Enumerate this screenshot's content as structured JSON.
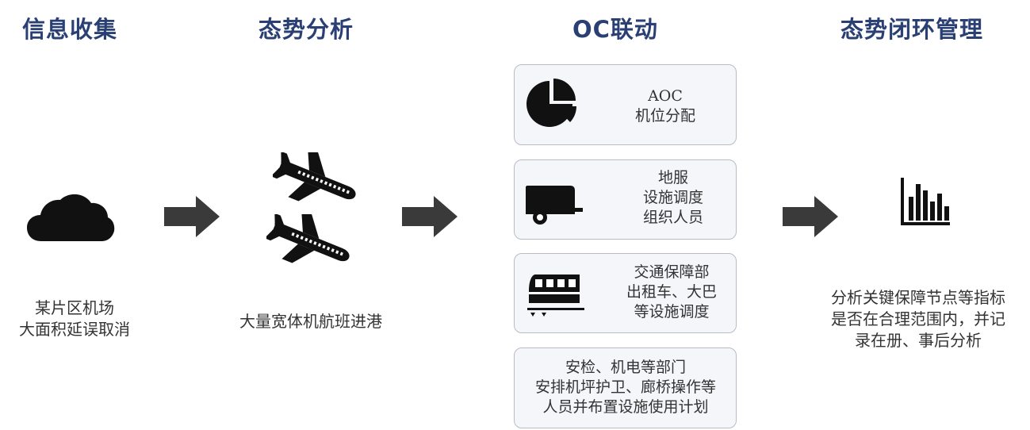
{
  "columns": {
    "collect": {
      "title": "信息收集",
      "caption_lines": [
        "某片区机场",
        "大面积延误取消"
      ]
    },
    "analysis": {
      "title": "态势分析",
      "caption": "大量宽体机航班进港"
    },
    "oc": {
      "title": "OC联动"
    },
    "closure": {
      "title": "态势闭环管理",
      "caption_lines": [
        "分析关键保障节点等指标",
        "是否在合理范围内，并记",
        "录在册、事后分析"
      ]
    }
  },
  "oc_boxes": [
    {
      "lines": [
        "AOC",
        "机位分配"
      ],
      "icon": "pie-chart-icon"
    },
    {
      "lines": [
        "地服",
        "设施调度",
        "组织人员"
      ],
      "icon": "trailer-icon"
    },
    {
      "lines": [
        "交通保障部",
        "出租车、大巴",
        "等设施调度"
      ],
      "icon": "train-icon"
    },
    {
      "lines": [
        "安检、机电等部门",
        "安排机坪护卫、廊桥操作等",
        "人员并布置设施使用计划"
      ],
      "icon": ""
    }
  ],
  "colors": {
    "title": "#2a3f73",
    "icon": "#111111",
    "arrow": "#3a3a3a",
    "box_bg": "#f5f6fa",
    "box_border": "#b8bcc6"
  }
}
